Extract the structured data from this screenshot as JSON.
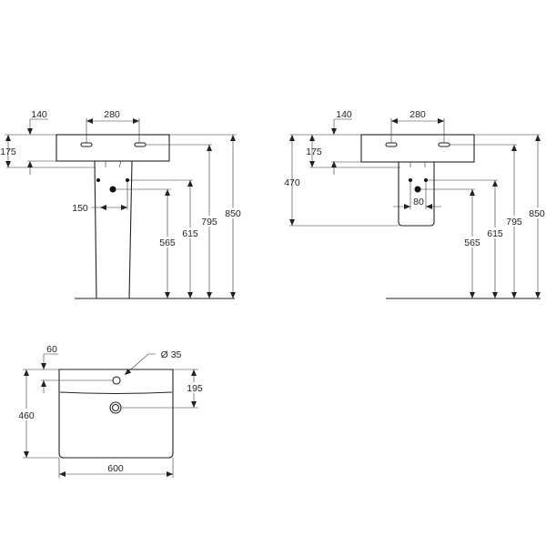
{
  "front_view_pedestal": {
    "dims": {
      "tap_spacing": "280",
      "tap_offset": "140",
      "basin_height": "175",
      "waste_spacing": "150",
      "waste_height": "565",
      "supply_height": "615",
      "tap_height": "795",
      "rim_height": "850"
    }
  },
  "front_view_semi_pedestal": {
    "dims": {
      "tap_spacing": "280",
      "tap_offset": "140",
      "basin_height": "175",
      "semi_pedestal_height": "470",
      "supply_spacing": "80",
      "waste_height": "565",
      "supply_height": "615",
      "tap_height": "795",
      "rim_height": "850"
    }
  },
  "top_view": {
    "dims": {
      "tap_hole_offset": "60",
      "tap_hole_diameter": "Ø 35",
      "waste_offset": "195",
      "depth": "460",
      "width": "600"
    }
  },
  "colors": {
    "line": "#222222",
    "background": "#ffffff"
  }
}
